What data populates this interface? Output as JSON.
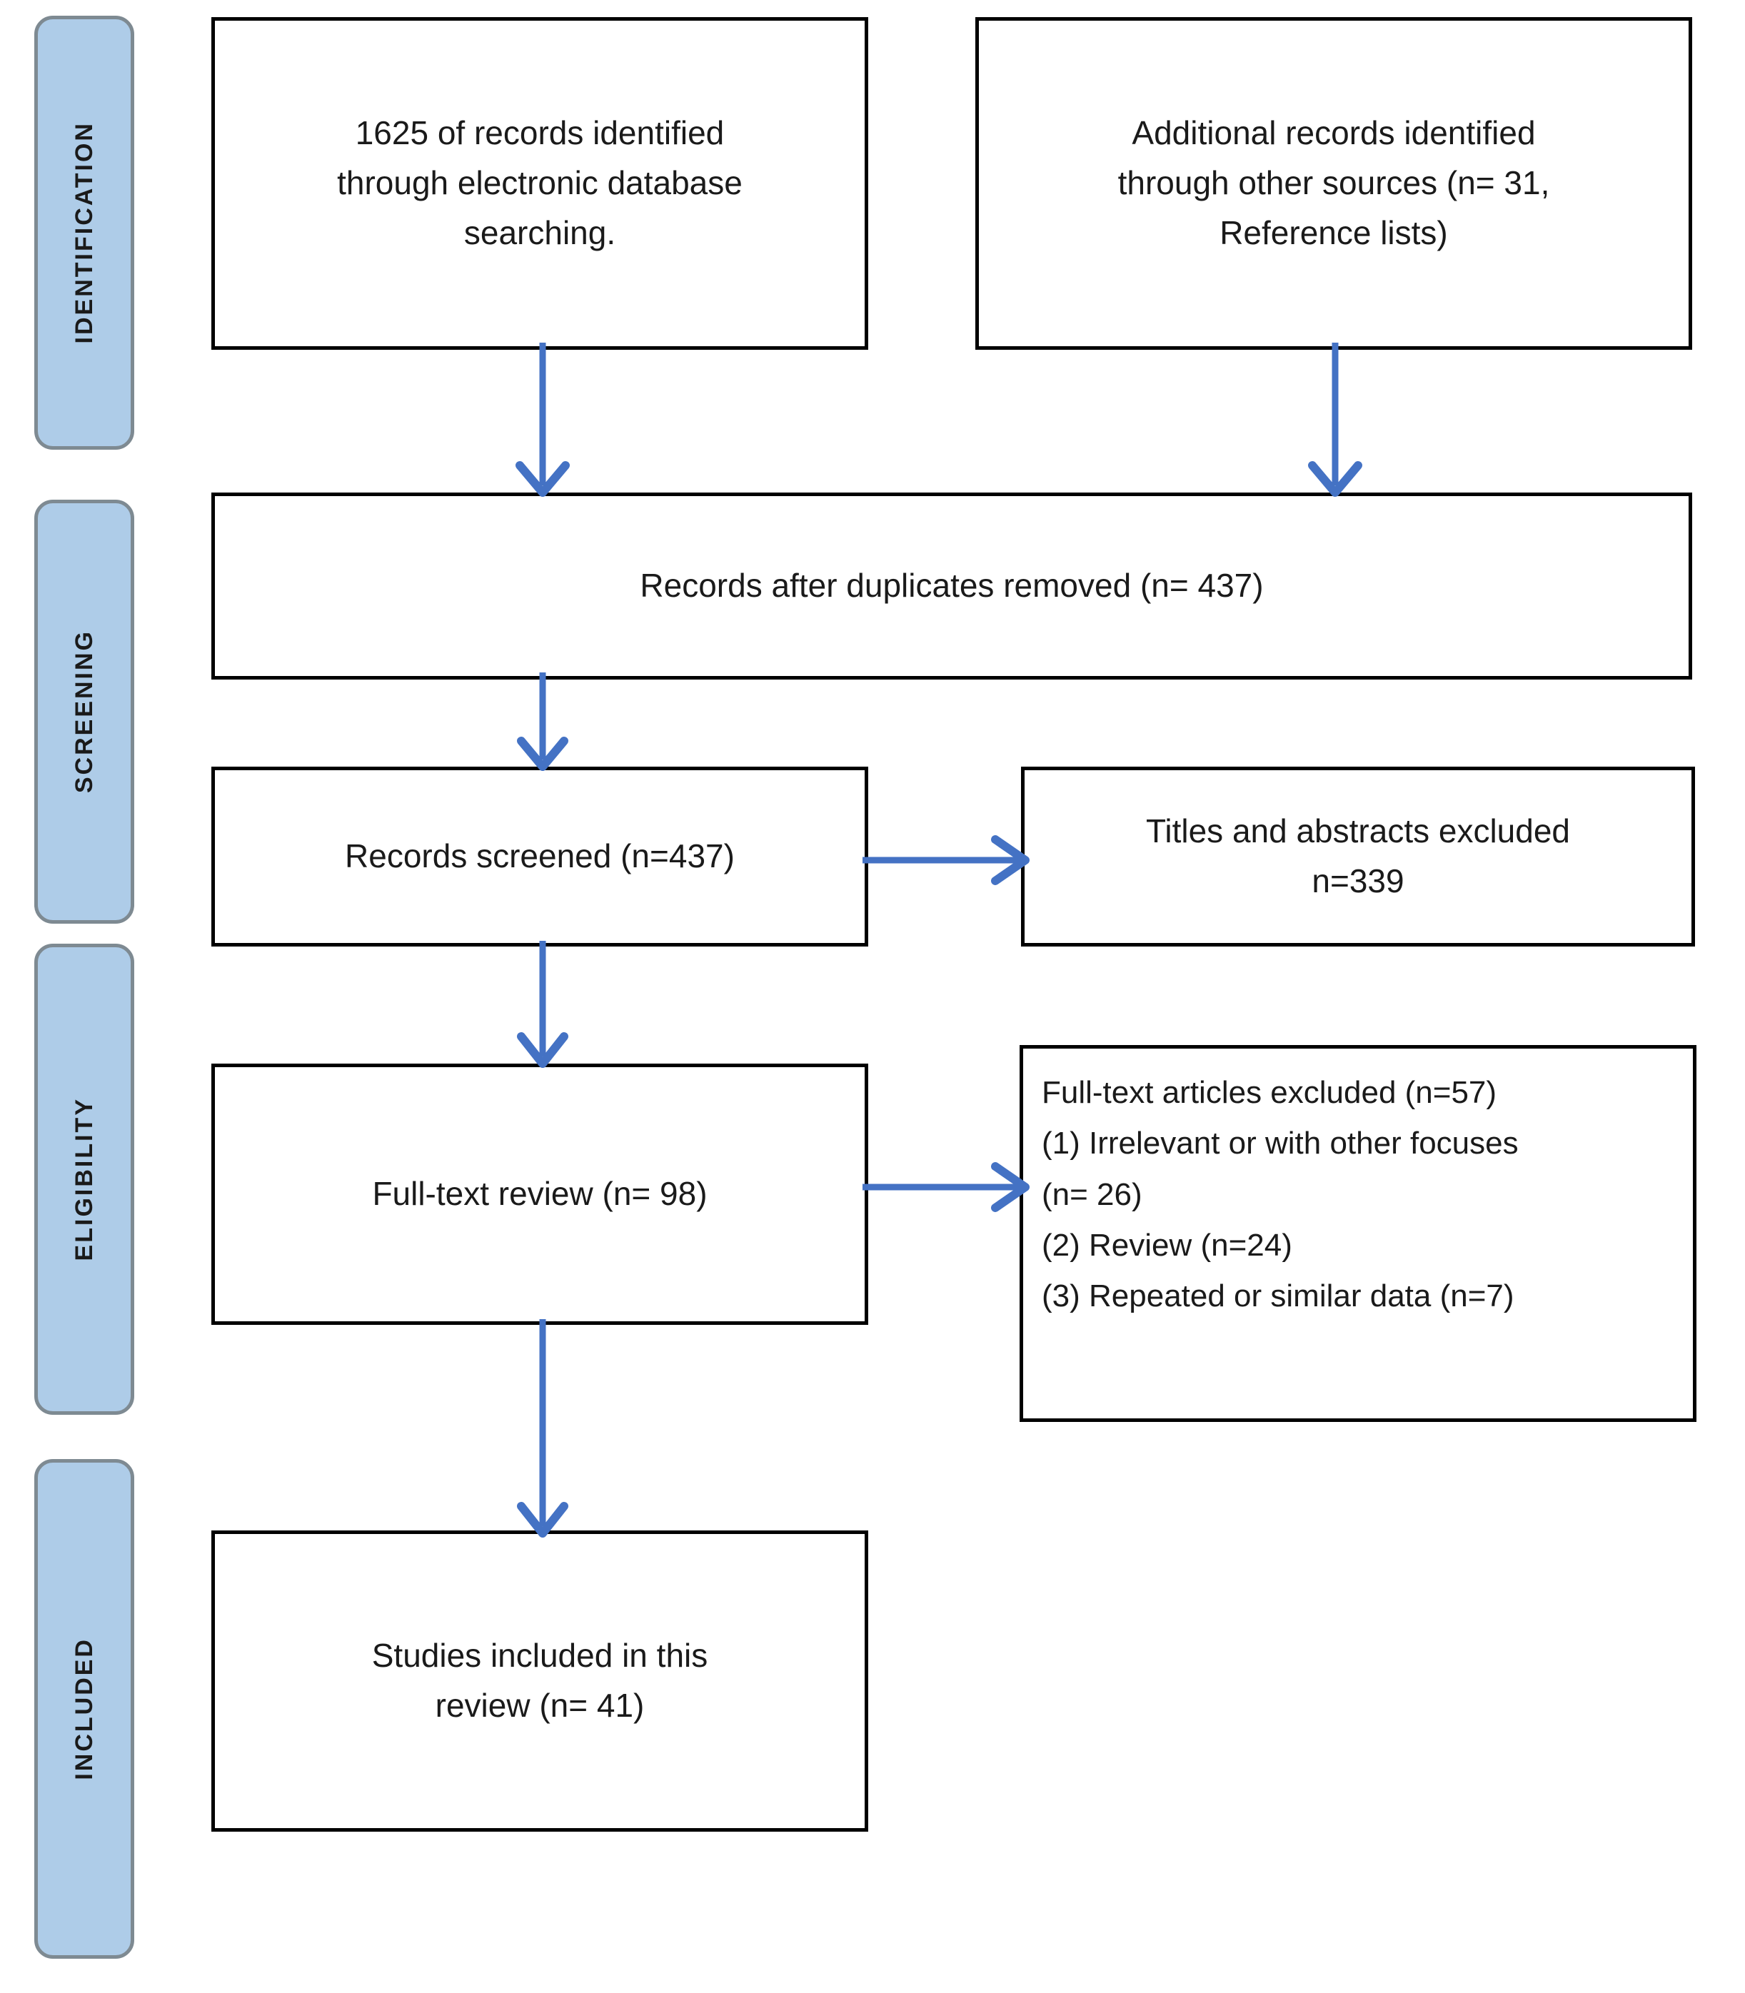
{
  "diagram": {
    "title": "PRISMA study selection flow diagram",
    "accent_color": "#4472C4",
    "stage_fill": "#AECCE8",
    "stage_border": "#7E8A92",
    "box_border": "#000000"
  },
  "stages": [
    {
      "id": "identification",
      "label": "IDENTIFICATION"
    },
    {
      "id": "screening",
      "label": "SCREENING"
    },
    {
      "id": "eligibility",
      "label": "ELIGIBILITY"
    },
    {
      "id": "included",
      "label": "INCLUDED"
    }
  ],
  "boxes": {
    "records_identified_db": "1625 of records identified\nthrough electronic database\nsearching.",
    "records_identified_other": "Additional records identified\nthrough other sources (n= 31,\nReference lists)",
    "duplicates_removed": "Records after duplicates removed (n= 437)",
    "records_screened": "Records screened (n=437)",
    "titles_abstracts_excluded": "Titles and abstracts excluded\nn=339",
    "full_text_review": "Full-text review (n= 98)",
    "full_text_excluded": "Full-text articles excluded (n=57)\n(1)  Irrelevant or with other focuses\n(n= 26)\n(2)  Review (n=24)\n(3)  Repeated or similar data (n=7)",
    "studies_included": "Studies included in this\nreview (n= 41)"
  },
  "chart_data": {
    "type": "diagram",
    "title": "PRISMA flow diagram",
    "nodes": [
      {
        "id": "records_identified_db",
        "stage": "IDENTIFICATION",
        "label": "1625 of records identified through electronic database searching.",
        "n": 1625
      },
      {
        "id": "records_identified_other",
        "stage": "IDENTIFICATION",
        "label": "Additional records identified through other sources (n= 31, Reference lists)",
        "n": 31
      },
      {
        "id": "duplicates_removed",
        "stage": "SCREENING",
        "label": "Records after duplicates removed (n= 437)",
        "n": 437
      },
      {
        "id": "records_screened",
        "stage": "SCREENING",
        "label": "Records screened (n=437)",
        "n": 437
      },
      {
        "id": "titles_abstracts_excluded",
        "stage": "SCREENING",
        "label": "Titles and abstracts excluded n=339",
        "n": 339
      },
      {
        "id": "full_text_review",
        "stage": "ELIGIBILITY",
        "label": "Full-text review (n= 98)",
        "n": 98
      },
      {
        "id": "full_text_excluded",
        "stage": "ELIGIBILITY",
        "label": "Full-text articles excluded (n=57)",
        "n": 57,
        "reasons": [
          {
            "index": "(1)",
            "label": "Irrelevant or with other focuses",
            "n": 26
          },
          {
            "index": "(2)",
            "label": "Review",
            "n": 24
          },
          {
            "index": "(3)",
            "label": "Repeated or similar data",
            "n": 7
          }
        ]
      },
      {
        "id": "studies_included",
        "stage": "INCLUDED",
        "label": "Studies included in this review (n= 41)",
        "n": 41
      }
    ],
    "edges": [
      {
        "from": "records_identified_db",
        "to": "duplicates_removed",
        "direction": "down"
      },
      {
        "from": "records_identified_other",
        "to": "duplicates_removed",
        "direction": "down"
      },
      {
        "from": "duplicates_removed",
        "to": "records_screened",
        "direction": "down"
      },
      {
        "from": "records_screened",
        "to": "titles_abstracts_excluded",
        "direction": "right"
      },
      {
        "from": "records_screened",
        "to": "full_text_review",
        "direction": "down"
      },
      {
        "from": "full_text_review",
        "to": "full_text_excluded",
        "direction": "right"
      },
      {
        "from": "full_text_review",
        "to": "studies_included",
        "direction": "down"
      }
    ]
  }
}
